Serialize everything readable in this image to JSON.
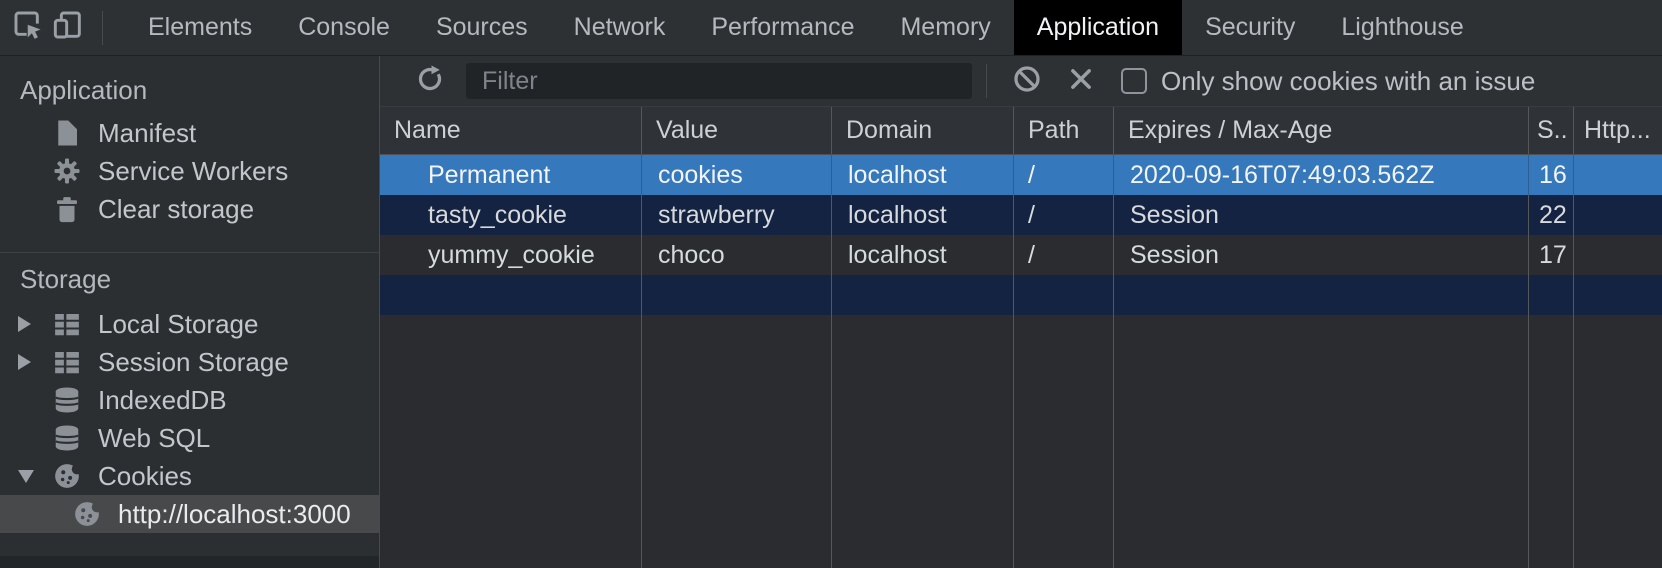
{
  "tab_bar": {
    "tabs": [
      "Elements",
      "Console",
      "Sources",
      "Network",
      "Performance",
      "Memory",
      "Application",
      "Security",
      "Lighthouse"
    ],
    "active_tab": "Application"
  },
  "sidebar": {
    "sections": [
      {
        "title": "Application",
        "items": [
          "Manifest",
          "Service Workers",
          "Clear storage"
        ]
      },
      {
        "title": "Storage",
        "items": [
          "Local Storage",
          "Session Storage",
          "IndexedDB",
          "Web SQL",
          "Cookies"
        ],
        "selected_origin": "http://localhost:3000"
      }
    ]
  },
  "cookie_panel": {
    "filter_placeholder": "Filter",
    "checkbox_label": "Only show cookies with an issue",
    "checkbox_checked": false,
    "table": {
      "columns": [
        "Name",
        "Value",
        "Domain",
        "Path",
        "Expires / Max-Age",
        "S..",
        "Http..."
      ],
      "rows": [
        {
          "name": "Permanent",
          "value": "cookies",
          "domain": "localhost",
          "path": "/",
          "expires": "2020-09-16T07:49:03.562Z",
          "size": "16",
          "http": "",
          "selected": true
        },
        {
          "name": "tasty_cookie",
          "value": "strawberry",
          "domain": "localhost",
          "path": "/",
          "expires": "Session",
          "size": "22",
          "http": "",
          "selected": false
        },
        {
          "name": "yummy_cookie",
          "value": "choco",
          "domain": "localhost",
          "path": "/",
          "expires": "Session",
          "size": "17",
          "http": "",
          "selected": false
        }
      ]
    }
  },
  "colors": {
    "selected_row": "#3678BC",
    "alt_row": "#142341",
    "active_tab_bg": "#000000",
    "active_tab_text": "#F1F3F4",
    "panel_bg": "#2A2C2F",
    "icon_gray": "#9AA0A6"
  }
}
